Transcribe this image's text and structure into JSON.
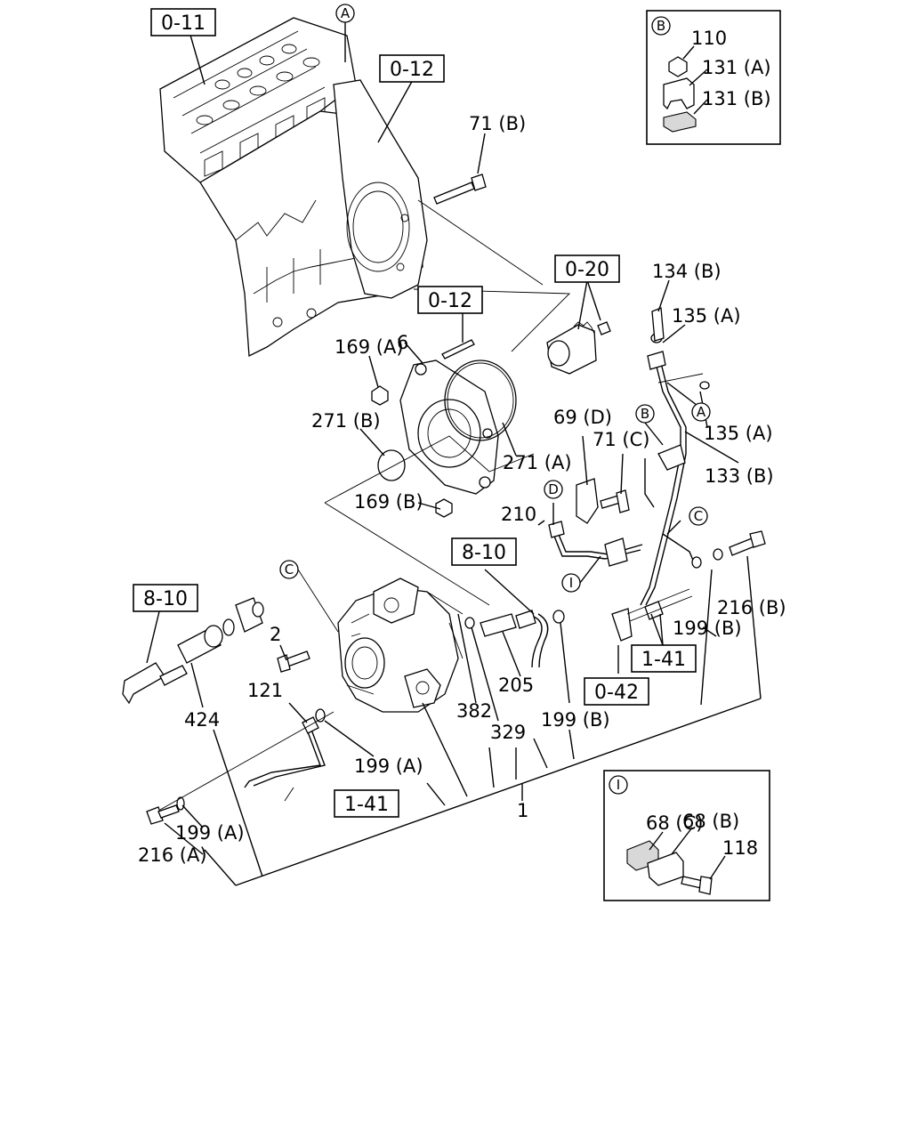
{
  "ref_boxes": {
    "r011": "0-11",
    "r012_top": "0-12",
    "r012_mid": "0-12",
    "r020": "0-20",
    "r810_mid": "8-10",
    "r810_left": "8-10",
    "r141_right": "1-41",
    "r141_left": "1-41",
    "r042": "0-42"
  },
  "callouts": {
    "c_a_top": "A",
    "c_a_right": "A",
    "c_b_detail": "B",
    "c_b_right": "B",
    "c_c_right": "C",
    "c_c_left": "C",
    "c_d": "D",
    "c_i_main": "I",
    "c_i_detail": "I"
  },
  "labels": {
    "p71b": "71 (B)",
    "p6": "6",
    "p169a": "169 (A)",
    "p271b": "271 (B)",
    "p271a": "271 (A)",
    "p169b": "169 (B)",
    "p134b": "134 (B)",
    "p135a_top": "135 (A)",
    "p135a_bot": "135 (A)",
    "p133b": "133 (B)",
    "p69d": "69 (D)",
    "p71c": "71 (C)",
    "p210": "210",
    "p216b": "216 (B)",
    "p199b_right": "199 (B)",
    "p199b_mid": "199 (B)",
    "p2": "2",
    "p121": "121",
    "p424": "424",
    "p382": "382",
    "p329": "329",
    "p205": "205",
    "p199a_mid": "199 (A)",
    "p1": "1",
    "p199a_low": "199 (A)",
    "p216a": "216 (A)"
  },
  "detail_b": {
    "p110": "110",
    "p131a": "131 (A)",
    "p131b": "131 (B)"
  },
  "detail_i": {
    "p68c": "68 (C)",
    "p68b": "68 (B)",
    "p118": "118"
  }
}
